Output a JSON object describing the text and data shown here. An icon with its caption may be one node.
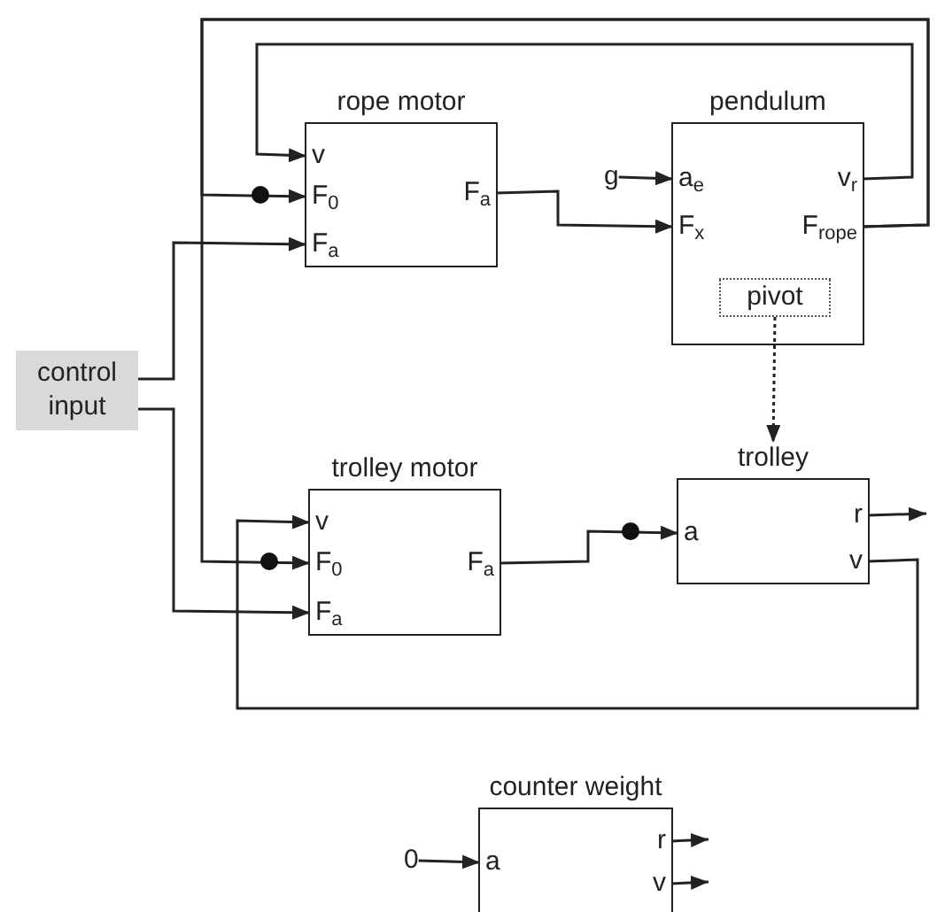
{
  "diagram": {
    "nodes": [
      {
        "text": [
          "rope motor"
        ]
      },
      {
        "text": [
          "v"
        ],
        "in": 0
      },
      {
        "text": [
          "F$_{0}$"
        ],
        "in": 0
      },
      {
        "text": [
          "F$_{a}$"
        ],
        "in": 0
      },
      {
        "text": [
          "F$_{a}$"
        ],
        "in": 0
      },
      {
        "text": [
          "pendulum"
        ]
      },
      {
        "text": [
          "g"
        ]
      },
      {
        "text": [
          "a$_{e}$"
        ],
        "in": 5
      },
      {
        "text": [
          "F$_{x}$"
        ],
        "in": 5
      },
      {
        "text": [
          "v$_{r}$"
        ],
        "in": 5
      },
      {
        "text": [
          "F$_{rope}$"
        ],
        "in": 5
      },
      {
        "text": [
          "pivot"
        ],
        "in": 5
      },
      {
        "text": [
          "control input"
        ]
      },
      {
        "text": [
          "trolley motor"
        ]
      },
      {
        "text": [
          "v"
        ],
        "in": 13
      },
      {
        "text": [
          "F$_{0}$"
        ],
        "in": 13
      },
      {
        "text": [
          "F$_{a}$"
        ],
        "in": 13
      },
      {
        "text": [
          "F$_{a}$"
        ],
        "in": 13
      },
      {
        "text": [
          "trolley"
        ]
      },
      {
        "text": [
          "a"
        ],
        "in": 18
      },
      {
        "text": [
          "r"
        ],
        "in": 18
      },
      {
        "text": [
          "v"
        ],
        "in": 18
      },
      {
        "text": [
          "counter weight"
        ]
      },
      {
        "text": [
          "0"
        ]
      },
      {
        "text": [
          "a"
        ],
        "in": 22
      },
      {
        "text": [
          "r"
        ],
        "in": 22
      },
      {
        "text": [
          "v"
        ],
        "in": 22
      }
    ],
    "edges": [
      {
        "from": 10,
        "to": 2,
        "arrow": "to"
      },
      {
        "from": 10,
        "to": 15,
        "arrow": "to"
      },
      {
        "from": 9,
        "to": 1,
        "arrow": "to"
      },
      {
        "from": 12,
        "to": 3,
        "arrow": "to"
      },
      {
        "from": 12,
        "to": 16,
        "arrow": "to"
      },
      {
        "from": 4,
        "to": 8,
        "arrow": "to"
      },
      {
        "from": 6,
        "to": 7,
        "arrow": "to"
      },
      {
        "from": 11,
        "to": 18,
        "arrow": "to",
        "style": "dashed"
      },
      {
        "from": 17,
        "to": 19,
        "arrow": "to"
      },
      {
        "from": 20,
        "to": null,
        "arrow": "to"
      },
      {
        "from": 21,
        "to": 14,
        "arrow": "to"
      },
      {
        "from": 23,
        "to": 24,
        "arrow": "to"
      },
      {
        "from": 25,
        "to": null,
        "arrow": "to"
      },
      {
        "from": 26,
        "to": null,
        "arrow": "to"
      }
    ]
  }
}
